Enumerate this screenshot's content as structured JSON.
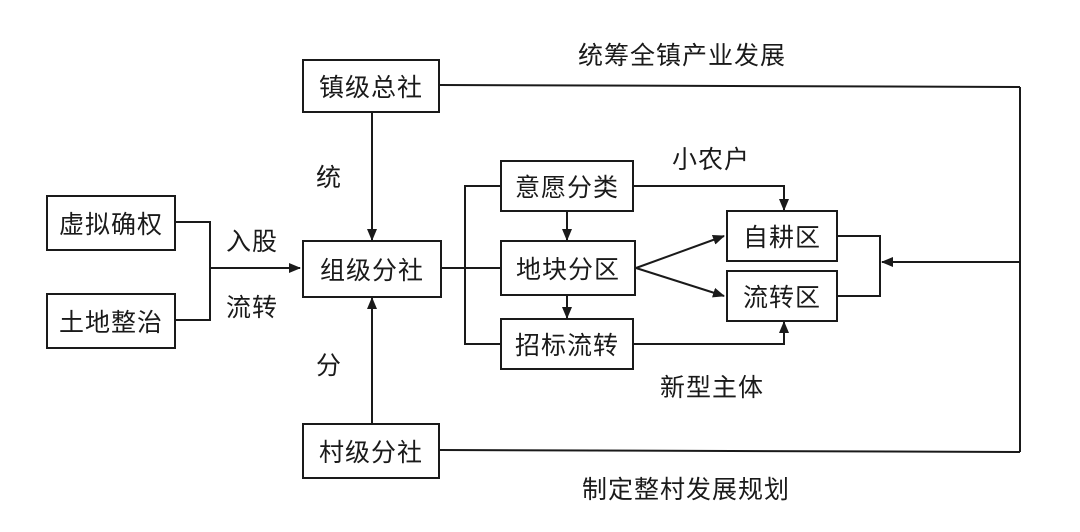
{
  "boxes": {
    "xuni_quequan": "虚拟确权",
    "tudi_zhengzhi": "土地整治",
    "zhenji_zongshe": "镇级总社",
    "zuji_fenshe": "组级分社",
    "cunji_fenshe": "村级分社",
    "yiyuan_fenlei": "意愿分类",
    "dikuai_fenqu": "地块分区",
    "zhaobiao_liuzhuan": "招标流转",
    "zigeng_qu": "自耕区",
    "liuzhuan_qu": "流转区"
  },
  "labels": {
    "tongchou": "统筹全镇产业发展",
    "tong": "统",
    "fen": "分",
    "rugu": "入股",
    "liuzhuan": "流转",
    "xiaononghu": "小农户",
    "xinxing_zhuti": "新型主体",
    "zhiding": "制定整村发展规划"
  }
}
